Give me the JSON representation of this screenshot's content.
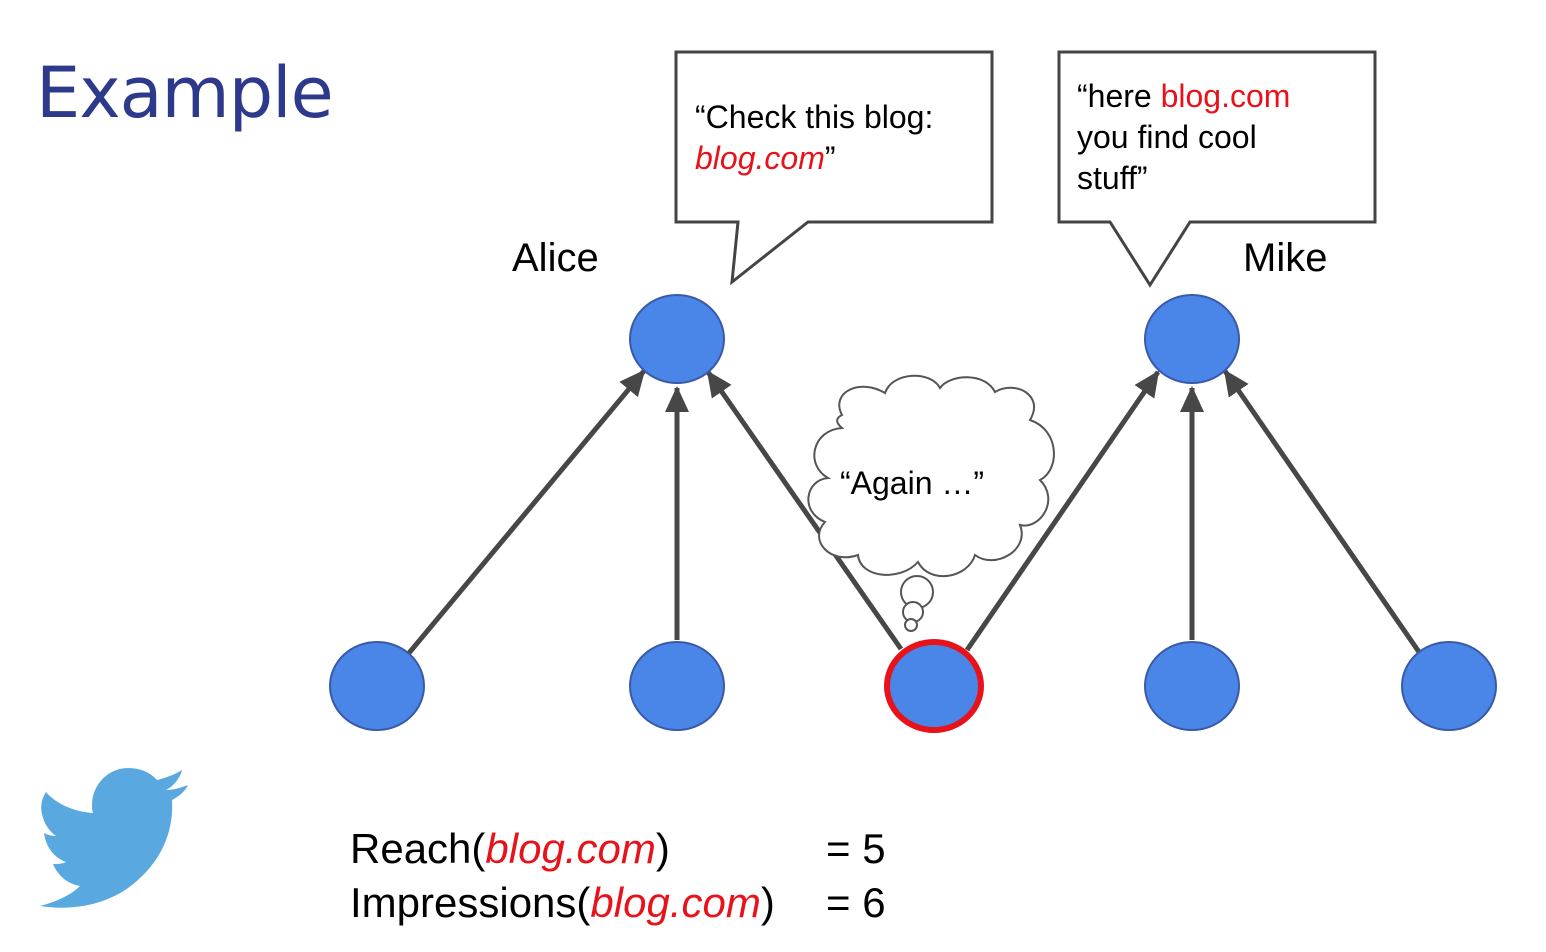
{
  "title": "Example",
  "users": {
    "alice": "Alice",
    "mike": "Mike"
  },
  "bubbles": {
    "alice": {
      "line1": "“Check this blog:",
      "url": "blog.com",
      "close_quote": "”"
    },
    "mike": {
      "open": "“here ",
      "url": "blog.com",
      "line2": "you find cool",
      "line3": "stuff”"
    }
  },
  "thought": "“Again …”",
  "metrics": {
    "reach": {
      "prefix": "Reach(",
      "url": "blog.com",
      "suffix": ")",
      "value": "= 5"
    },
    "impressions": {
      "prefix": "Impressions(",
      "url": "blog.com",
      "suffix": ")",
      "value": "= 6"
    }
  },
  "colors": {
    "title": "#2d3a8c",
    "node_fill": "#4a86e8",
    "highlight_stroke": "#e8121a",
    "edge": "#474747",
    "url_text": "#e8121a",
    "logo": "#5aa8e0"
  },
  "logo_icon": "twitter-bird-icon"
}
